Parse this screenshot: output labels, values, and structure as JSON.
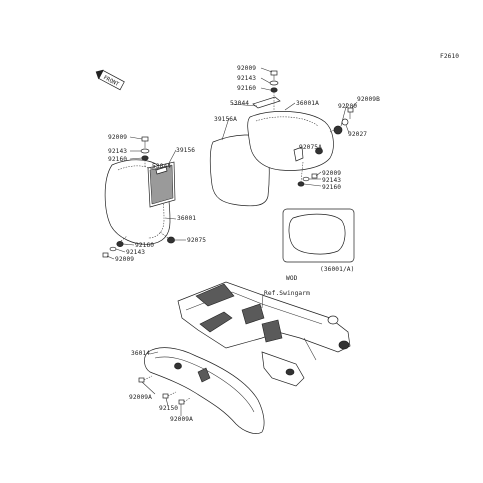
{
  "diagram": {
    "code": "F2610",
    "front_badge": "FRONT",
    "inset_caption": "(36001/A)",
    "inset_note": "WOD",
    "labels": {
      "p36001A": "36001A",
      "p53044_top": "53044",
      "p39156A": "39156A",
      "p92009_top": "92009",
      "p92143_top": "92143",
      "p92160_top": "92160",
      "p92200": "92200",
      "p92009B": "92009B",
      "p92027": "92027",
      "p92075A": "92075A",
      "p92009_r": "92009",
      "p92143_r": "92143",
      "p92160_r": "92160",
      "p92009_l": "92009",
      "p92143_l": "92143",
      "p92160_l": "92160",
      "p39156": "39156",
      "p53044_l": "53044",
      "p36001": "36001",
      "p92075": "92075",
      "p92160_b": "92160",
      "p92143_b": "92143",
      "p92009_b": "92009",
      "ref_swingarm": "Ref.Swingarm",
      "p36014": "36014",
      "p92009A_1": "92009A",
      "p92150": "92150",
      "p92009A_2": "92009A"
    }
  }
}
